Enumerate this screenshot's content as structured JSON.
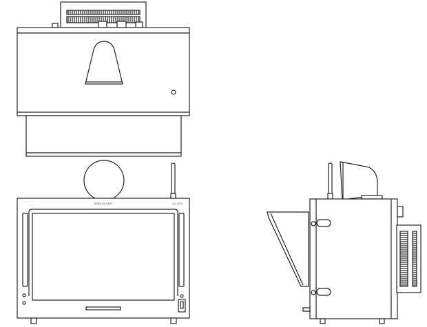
{
  "views": {
    "top": {
      "name": "top-view"
    },
    "front": {
      "label": "DISPLAY UNIT",
      "model": "LU-2101"
    },
    "side": {
      "name": "side-view"
    }
  },
  "colors": {
    "line": "#222222",
    "background": "#ffffff"
  }
}
